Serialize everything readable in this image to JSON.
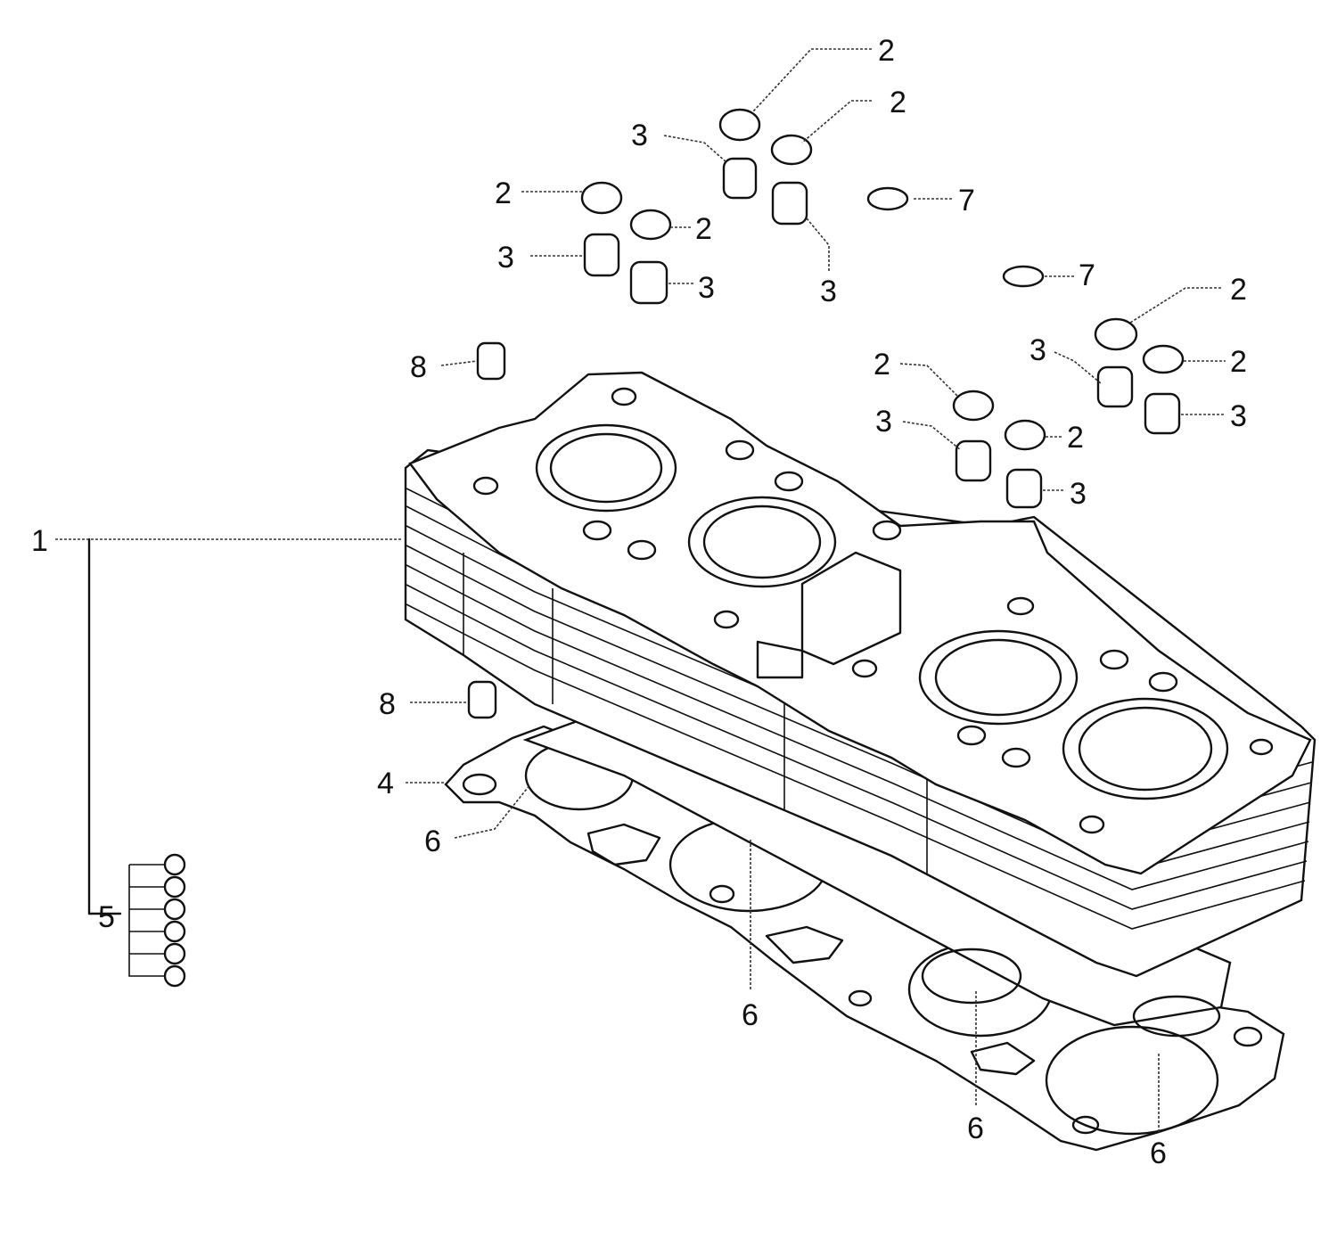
{
  "diagram": {
    "callouts": [
      {
        "id": "c2a",
        "label": "2"
      },
      {
        "id": "c2b",
        "label": "2"
      },
      {
        "id": "c3a",
        "label": "3"
      },
      {
        "id": "c2c",
        "label": "2"
      },
      {
        "id": "c2d",
        "label": "2"
      },
      {
        "id": "c7a",
        "label": "7"
      },
      {
        "id": "c3b",
        "label": "3"
      },
      {
        "id": "c3c",
        "label": "3"
      },
      {
        "id": "c3d",
        "label": "3"
      },
      {
        "id": "c7b",
        "label": "7"
      },
      {
        "id": "c2e",
        "label": "2"
      },
      {
        "id": "c3e",
        "label": "3"
      },
      {
        "id": "c2f",
        "label": "2"
      },
      {
        "id": "c8a",
        "label": "8"
      },
      {
        "id": "c2g",
        "label": "2"
      },
      {
        "id": "c3f",
        "label": "3"
      },
      {
        "id": "c3g",
        "label": "3"
      },
      {
        "id": "c2h",
        "label": "2"
      },
      {
        "id": "c3h",
        "label": "3"
      },
      {
        "id": "c1",
        "label": "1"
      },
      {
        "id": "c8b",
        "label": "8"
      },
      {
        "id": "c4",
        "label": "4"
      },
      {
        "id": "c6a",
        "label": "6"
      },
      {
        "id": "c5",
        "label": "5"
      },
      {
        "id": "c6b",
        "label": "6"
      },
      {
        "id": "c6c",
        "label": "6"
      },
      {
        "id": "c6d",
        "label": "6"
      }
    ]
  }
}
